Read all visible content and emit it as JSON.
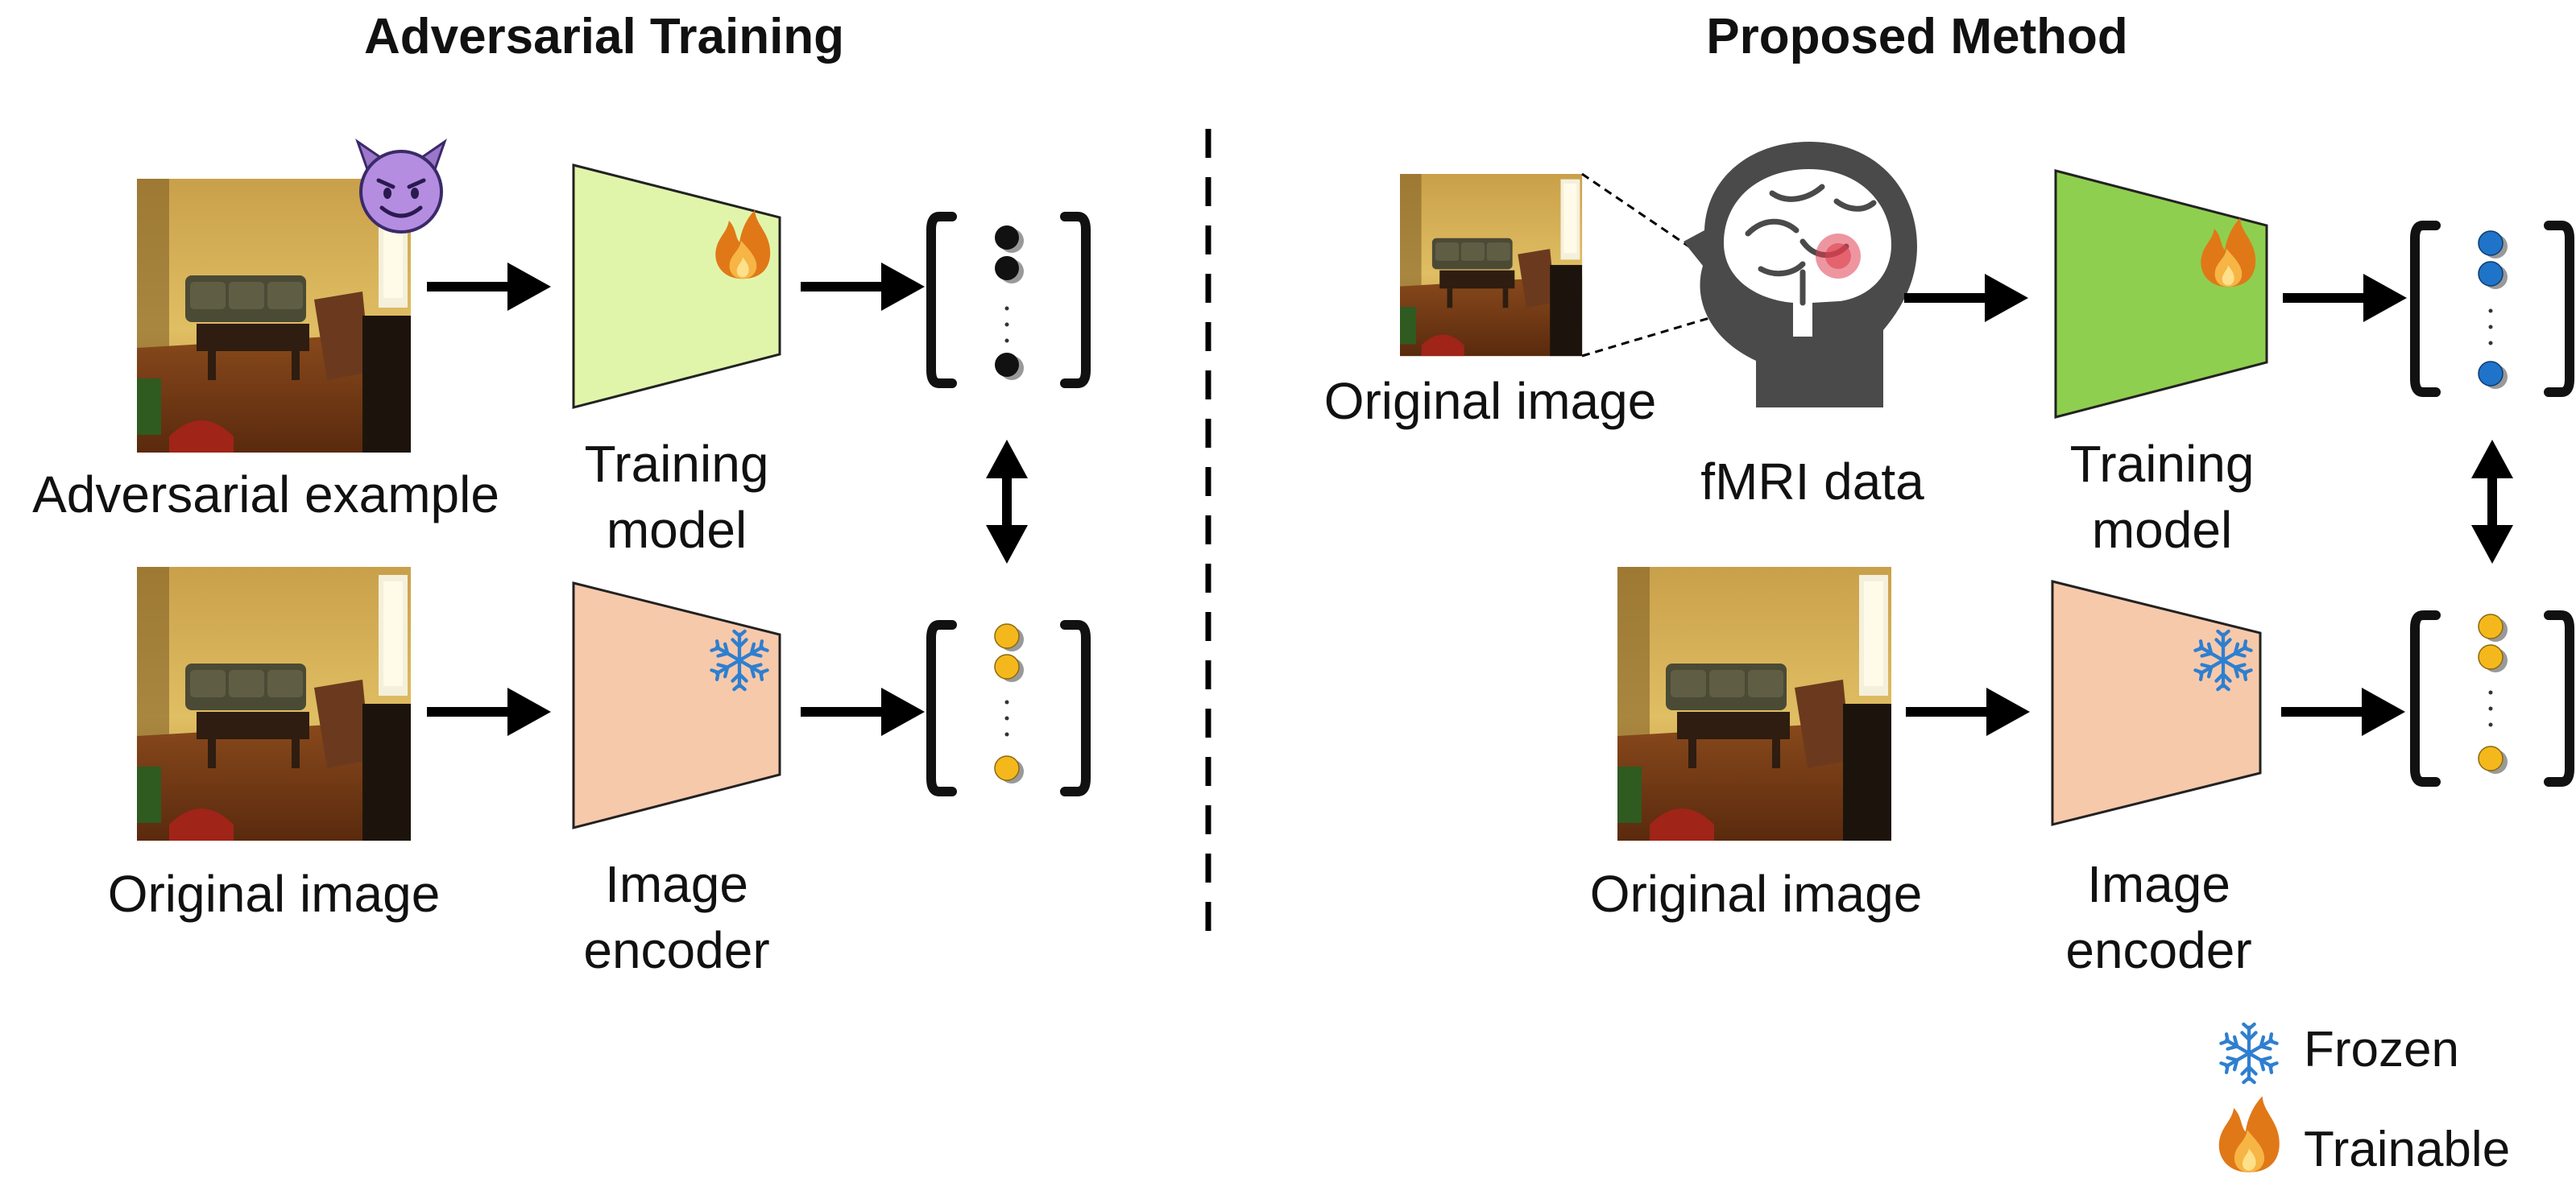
{
  "left_panel": {
    "title": "Adversarial Training",
    "adversarial_example_label": "Adversarial example",
    "training_model_label_line1": "Training",
    "training_model_label_line2": "model",
    "original_image_label": "Original image",
    "image_encoder_label_line1": "Image",
    "image_encoder_label_line2": "encoder"
  },
  "right_panel": {
    "title": "Proposed Method",
    "original_image_top_label": "Original image",
    "fmri_label": "fMRI data",
    "training_model_label_line1": "Training",
    "training_model_label_line2": "model",
    "original_image_bottom_label": "Original image",
    "image_encoder_label_line1": "Image",
    "image_encoder_label_line2": "encoder"
  },
  "legend": {
    "frozen_label": "Frozen",
    "trainable_label": "Trainable"
  },
  "colors": {
    "trainable_model_left": "#e1f5aa",
    "trainable_model_right": "#8fcf4f",
    "frozen_encoder": "#f7c9ab",
    "embedding_black": "#111111",
    "embedding_orange": "#f5b81c",
    "embedding_blue": "#1f73c8",
    "flame": "#e07818",
    "snowflake": "#2e7fd0",
    "brain_head": "#4a4a4a",
    "brain_highlight": "#e04050"
  }
}
